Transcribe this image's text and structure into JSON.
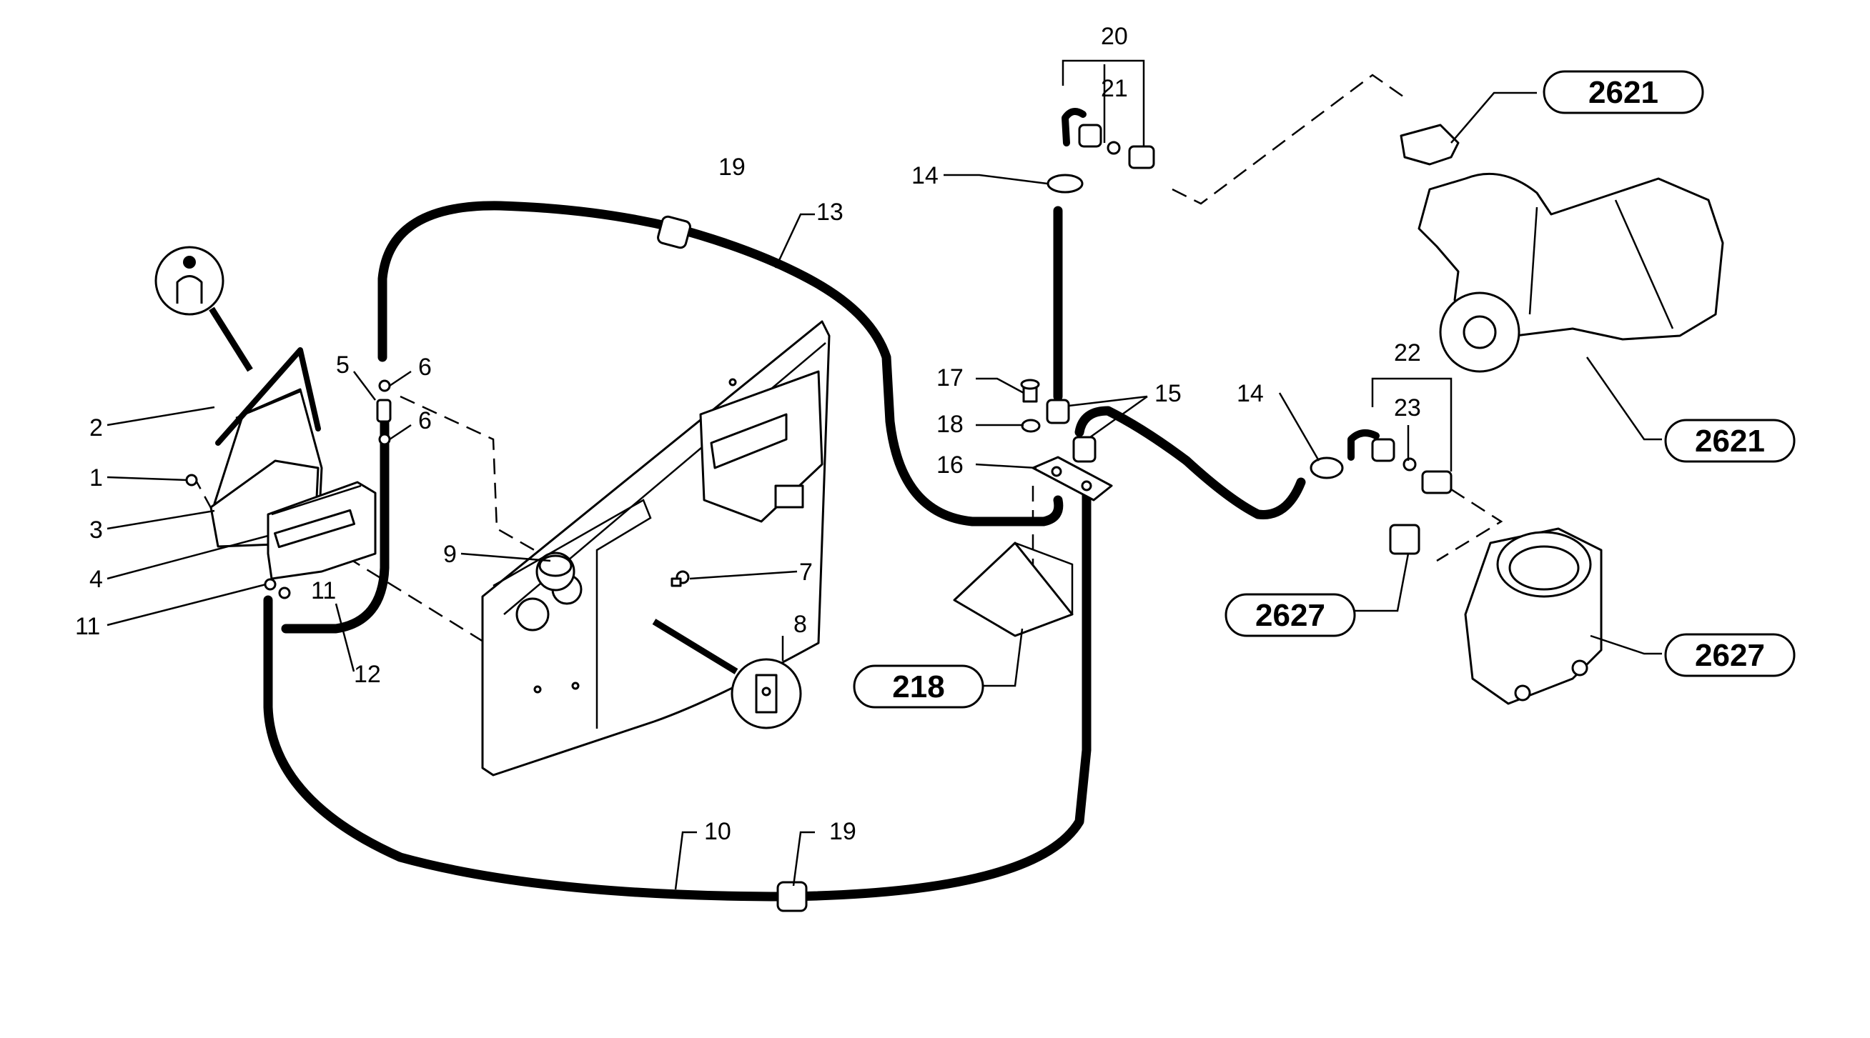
{
  "diagram": {
    "callouts": {
      "c1": "1",
      "c2": "2",
      "c3": "3",
      "c4": "4",
      "c5": "5",
      "c6a": "6",
      "c6b": "6",
      "c7": "7",
      "c8": "8",
      "c9": "9",
      "c10": "10",
      "c11a": "11",
      "c11b": "11",
      "c12": "12",
      "c13": "13",
      "c14a": "14",
      "c14b": "14",
      "c15": "15",
      "c16": "16",
      "c17": "17",
      "c18": "18",
      "c19a": "19",
      "c19b": "19",
      "c20": "20",
      "c21": "21",
      "c22": "22",
      "c23": "23"
    },
    "references": {
      "r2621a": "2621",
      "r2621b": "2621",
      "r2627a": "2627",
      "r2627b": "2627",
      "r218": "218"
    }
  }
}
